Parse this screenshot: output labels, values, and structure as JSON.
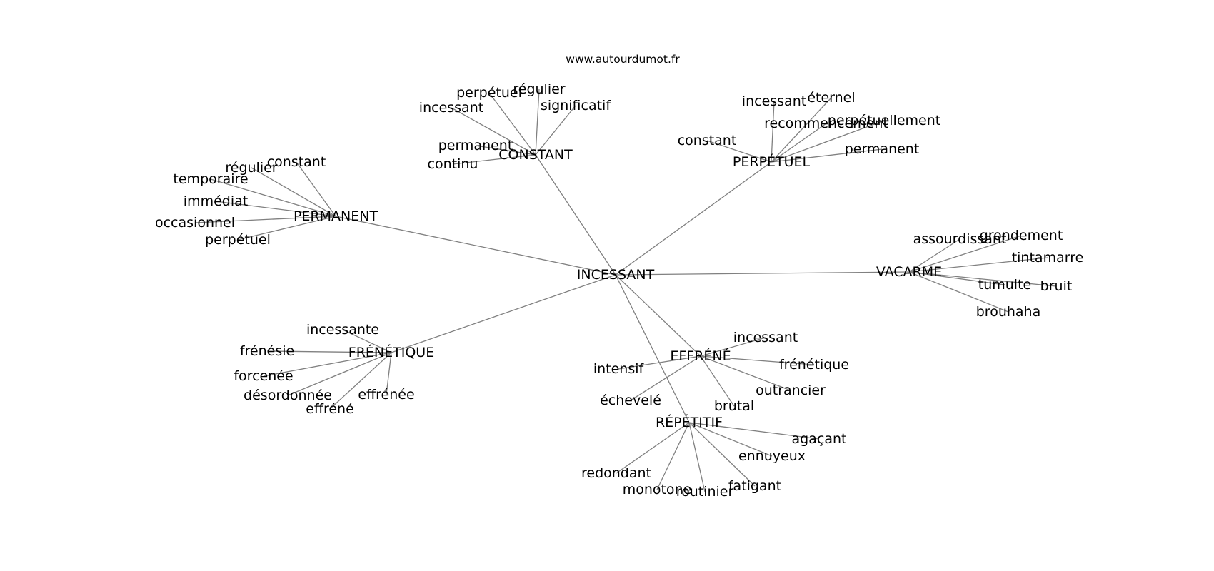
{
  "source_caption": "www.autourdumot.fr",
  "center": {
    "id": "incessant",
    "label": "INCESSANT"
  },
  "groups": [
    {
      "id": "permanent",
      "label": "PERMANENT",
      "leaves": [
        {
          "id": "permanent-constant",
          "label": "constant"
        },
        {
          "id": "permanent-regulier",
          "label": "régulier"
        },
        {
          "id": "permanent-temporaire",
          "label": "temporaire"
        },
        {
          "id": "permanent-immediat",
          "label": "immédiat"
        },
        {
          "id": "permanent-occasionnel",
          "label": "occasionnel"
        },
        {
          "id": "permanent-perpetuel",
          "label": "perpétuel"
        }
      ]
    },
    {
      "id": "constant",
      "label": "CONSTANT",
      "leaves": [
        {
          "id": "constant-perpetuel",
          "label": "perpétuel"
        },
        {
          "id": "constant-regulier",
          "label": "régulier"
        },
        {
          "id": "constant-incessant",
          "label": "incessant"
        },
        {
          "id": "constant-significatif",
          "label": "significatif"
        },
        {
          "id": "constant-permanent",
          "label": "permanent"
        },
        {
          "id": "constant-continu",
          "label": "continu"
        }
      ]
    },
    {
      "id": "perpetuel",
      "label": "PERPÉTUEL",
      "leaves": [
        {
          "id": "perpetuel-incessant",
          "label": "incessant"
        },
        {
          "id": "perpetuel-eternel",
          "label": "éternel"
        },
        {
          "id": "perpetuel-recommencement",
          "label": "recommencement"
        },
        {
          "id": "perpetuel-perpetuellement",
          "label": "perpétuellement"
        },
        {
          "id": "perpetuel-constant",
          "label": "constant"
        },
        {
          "id": "perpetuel-permanent",
          "label": "permanent"
        }
      ]
    },
    {
      "id": "vacarme",
      "label": "VACARME",
      "leaves": [
        {
          "id": "vacarme-assourdissant",
          "label": "assourdissant"
        },
        {
          "id": "vacarme-grondement",
          "label": "grondement"
        },
        {
          "id": "vacarme-tintamarre",
          "label": "tintamarre"
        },
        {
          "id": "vacarme-tumulte",
          "label": "tumulte"
        },
        {
          "id": "vacarme-bruit",
          "label": "bruit"
        },
        {
          "id": "vacarme-brouhaha",
          "label": "brouhaha"
        }
      ]
    },
    {
      "id": "frenetique",
      "label": "FRÉNÉTIQUE",
      "leaves": [
        {
          "id": "frenetique-incessante",
          "label": "incessante"
        },
        {
          "id": "frenetique-frenesie",
          "label": "frénésie"
        },
        {
          "id": "frenetique-forcenee",
          "label": "forcenée"
        },
        {
          "id": "frenetique-desordonnee",
          "label": "désordonnée"
        },
        {
          "id": "frenetique-effrenee",
          "label": "effrénée"
        },
        {
          "id": "frenetique-effrene",
          "label": "effréné"
        }
      ]
    },
    {
      "id": "effrene",
      "label": "EFFRÉNÉ",
      "leaves": [
        {
          "id": "effrene-incessant",
          "label": "incessant"
        },
        {
          "id": "effrene-intensif",
          "label": "intensif"
        },
        {
          "id": "effrene-frenetique",
          "label": "frénétique"
        },
        {
          "id": "effrene-outrancier",
          "label": "outrancier"
        },
        {
          "id": "effrene-echevele",
          "label": "échevelé"
        },
        {
          "id": "effrene-brutal",
          "label": "brutal"
        }
      ]
    },
    {
      "id": "repetitif",
      "label": "RÉPÉTITIF",
      "leaves": [
        {
          "id": "repetitif-agacant",
          "label": "agaçant"
        },
        {
          "id": "repetitif-ennuyeux",
          "label": "ennuyeux"
        },
        {
          "id": "repetitif-redondant",
          "label": "redondant"
        },
        {
          "id": "repetitif-fatigant",
          "label": "fatigant"
        },
        {
          "id": "repetitif-monotone",
          "label": "monotone"
        },
        {
          "id": "repetitif-routinier",
          "label": "routinier"
        }
      ]
    }
  ],
  "edge_color": "#808080"
}
